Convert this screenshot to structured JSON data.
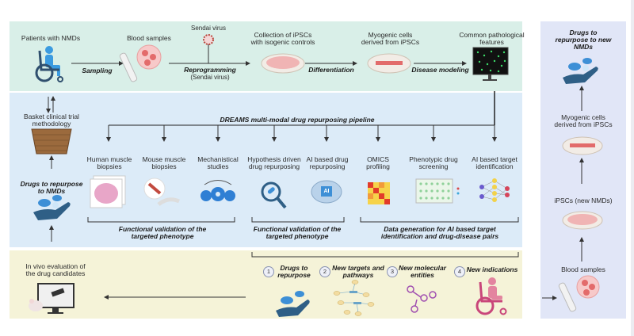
{
  "top_row": {
    "patients": "Patients with NMDs",
    "blood": "Blood samples",
    "sendai": "Sendai virus",
    "ipsc_line1": "Collection of iPSCs",
    "ipsc_line2": "with isogenic controls",
    "myo_line1": "Myogenic cells",
    "myo_line2": "derived from iPSCs",
    "common_line1": "Common pathological",
    "common_line2": "features",
    "arrow_sampling": "Sampling",
    "arrow_reprogramming": "Reprogramming",
    "arrow_reprogramming_sub": "(Sendai virus)",
    "arrow_differentiation": "Differentiation",
    "arrow_disease": "Disease modeling"
  },
  "middle": {
    "pipeline_title": "DREAMS multi-modal drug repurposing pipeline",
    "basket_line1": "Basket clinical trial",
    "basket_line2": "methodology",
    "drugs_line1": "Drugs to repurpose",
    "drugs_line2": "to NMDs",
    "branches": [
      {
        "l1": "Human muscle",
        "l2": "biopsies"
      },
      {
        "l1": "Mouse muscle",
        "l2": "biopsies"
      },
      {
        "l1": "Mechanistical",
        "l2": "studies"
      },
      {
        "l1": "Hypothesis driven",
        "l2": "drug repurposing"
      },
      {
        "l1": "AI based drug",
        "l2": "repurposing"
      },
      {
        "l1": "OMICS",
        "l2": "profiling"
      },
      {
        "l1": "Phenotypic drug",
        "l2": "screening"
      },
      {
        "l1": "AI based target",
        "l2": "identification"
      }
    ],
    "groups": [
      {
        "l1": "Functional validation of the",
        "l2": "targeted phenotype"
      },
      {
        "l1": "Functional validation of the",
        "l2": "targeted phenotype"
      },
      {
        "l1": "Data generation for AI based target",
        "l2": "identification and drug-disease pairs"
      }
    ],
    "ai_chip_label": "AI"
  },
  "bottom": {
    "invivo_line1": "In vivo evaluation of",
    "invivo_line2": "the drug candidates",
    "outcomes": [
      {
        "num": "1",
        "l1": "Drugs to",
        "l2": "repurpose"
      },
      {
        "num": "2",
        "l1": "New targets and",
        "l2": "pathways"
      },
      {
        "num": "3",
        "l1": "New molecular",
        "l2": "entities"
      },
      {
        "num": "4",
        "l1": "New indications",
        "l2": ""
      }
    ]
  },
  "right_panel": {
    "drugs_line1": "Drugs to",
    "drugs_line2": "repurpose to new",
    "drugs_line3": "NMDs",
    "myo_line1": "Myogenic cells",
    "myo_line2": "derived from iPSCs",
    "ipsc": "iPSCs (new NMDs)",
    "blood": "Blood samples"
  },
  "colors": {
    "top_panel": "#d9efe8",
    "mid_panel": "#dcebf8",
    "bottom_panel": "#f5f3d8",
    "right_panel": "#e1e6f7",
    "hand_blue": "#2f5f86",
    "pill_blue": "#3d8fd6",
    "pink_outcome": "#c9467a",
    "petri_red": "#e06a6a"
  }
}
